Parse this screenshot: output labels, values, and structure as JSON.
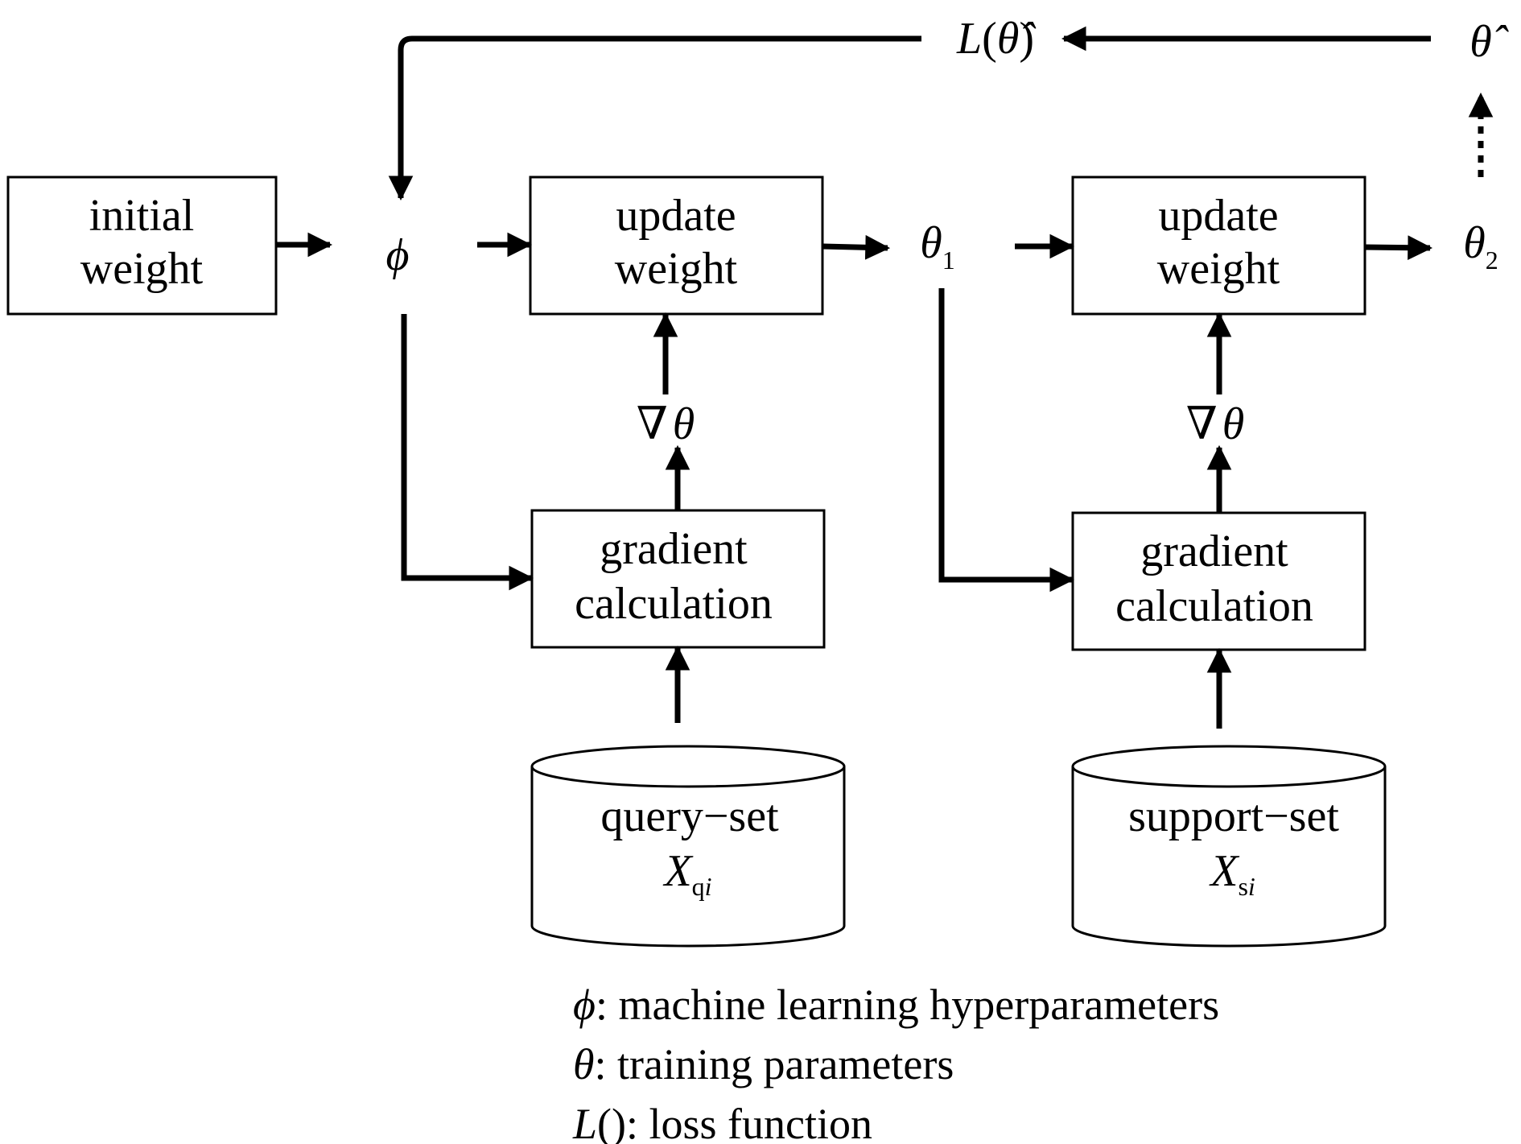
{
  "blocks": {
    "initial": {
      "line1": "initial",
      "line2": "weight"
    },
    "update1": {
      "line1": "update",
      "line2": "weight"
    },
    "update2": {
      "line1": "update",
      "line2": "weight"
    },
    "gradient1": {
      "line1": "gradient",
      "line2": "calculation"
    },
    "gradient2": {
      "line1": "gradient",
      "line2": "calculation"
    }
  },
  "datasets": {
    "query": {
      "label": "query−set",
      "symbol": "X",
      "subscript_upright": "q",
      "subscript_italic": "i"
    },
    "support": {
      "label": "support−set",
      "symbol": "X",
      "subscript_upright": "s",
      "subscript_italic": "i"
    }
  },
  "symbols": {
    "phi": "ϕ",
    "theta1": {
      "base": "θ",
      "sub": "1"
    },
    "theta2": {
      "base": "θ",
      "sub": "2"
    },
    "theta_hat": "θ̂",
    "loss": {
      "fn": "L",
      "open": "(",
      "arg": "θ̂",
      "close": ")"
    },
    "grad1": {
      "nabla": "∇",
      "theta": "θ"
    },
    "grad2": {
      "nabla": "∇",
      "theta": "θ"
    }
  },
  "legend": [
    {
      "symbol": "ϕ",
      "text": ": machine learning hyperparameters"
    },
    {
      "symbol": "θ",
      "text": ": training parameters"
    },
    {
      "symbol": "L",
      "text": "(): loss function"
    }
  ]
}
